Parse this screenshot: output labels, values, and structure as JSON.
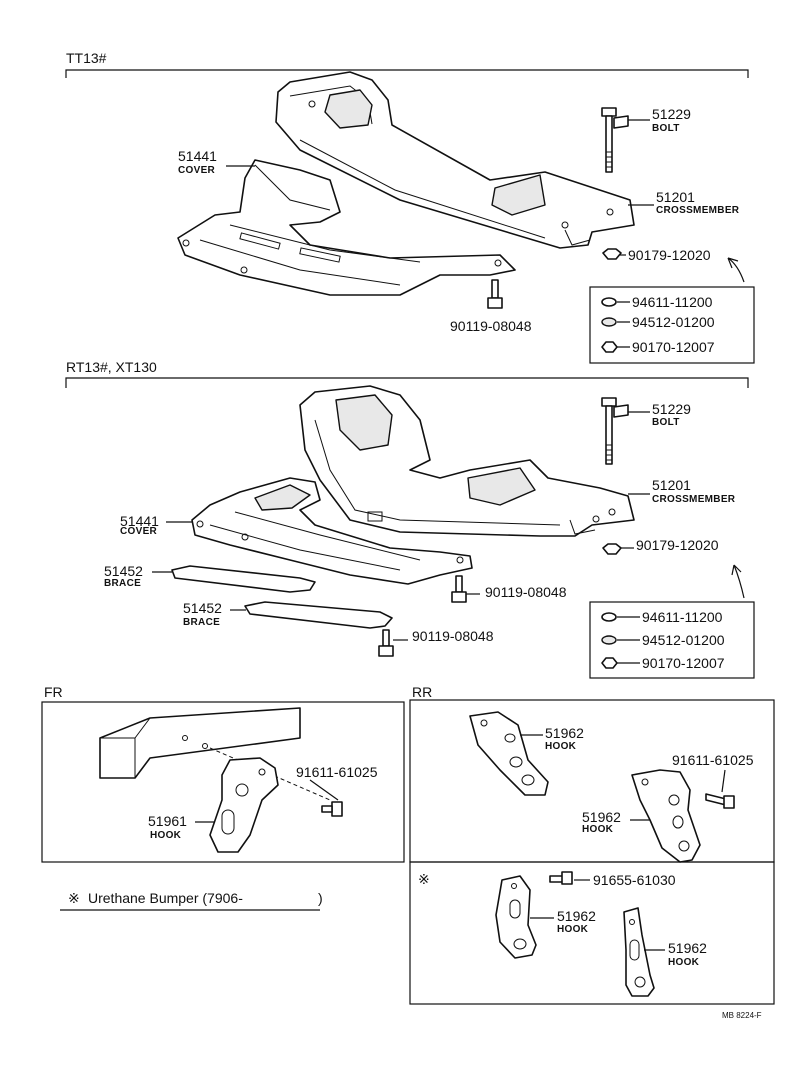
{
  "sections": {
    "top_title": "TT13#",
    "mid_title": "RT13#, XT130",
    "fr_title": "FR",
    "rr_title": "RR"
  },
  "top": {
    "bolt_pn": "51229",
    "bolt_name": "BOLT",
    "cross_pn": "51201",
    "cross_name": "CROSSMEMBER",
    "cover_pn": "51441",
    "cover_name": "COVER",
    "nut_pn": "90179-12020",
    "screw_pn": "90119-08048",
    "box_items": [
      "94611-11200",
      "94512-01200",
      "90170-12007"
    ]
  },
  "mid": {
    "bolt_pn": "51229",
    "bolt_name": "BOLT",
    "cross_pn": "51201",
    "cross_name": "CROSSMEMBER",
    "cover_pn": "51441",
    "cover_name": "COVER",
    "nut_pn": "90179-12020",
    "brace1_pn": "51452",
    "brace1_name": "BRACE",
    "brace2_pn": "51452",
    "brace2_name": "BRACE",
    "screw1_pn": "90119-08048",
    "screw2_pn": "90119-08048",
    "box_items": [
      "94611-11200",
      "94512-01200",
      "90170-12007"
    ]
  },
  "fr": {
    "bolt_pn": "91611-61025",
    "hook_pn": "51961",
    "hook_name": "HOOK"
  },
  "rr": {
    "hook1_pn": "51962",
    "hook1_name": "HOOK",
    "bolt_pn": "91611-61025",
    "hook2_pn": "51962",
    "hook2_name": "HOOK"
  },
  "urethane": {
    "mark": "※",
    "bolt_pn": "91655-61030",
    "hook1_pn": "51962",
    "hook1_name": "HOOK",
    "hook2_pn": "51962",
    "hook2_name": "HOOK"
  },
  "legend": {
    "mark": "※",
    "text": "Urethane Bumper (7906-",
    "close": ")"
  },
  "footer_code": "MB 8224-F"
}
